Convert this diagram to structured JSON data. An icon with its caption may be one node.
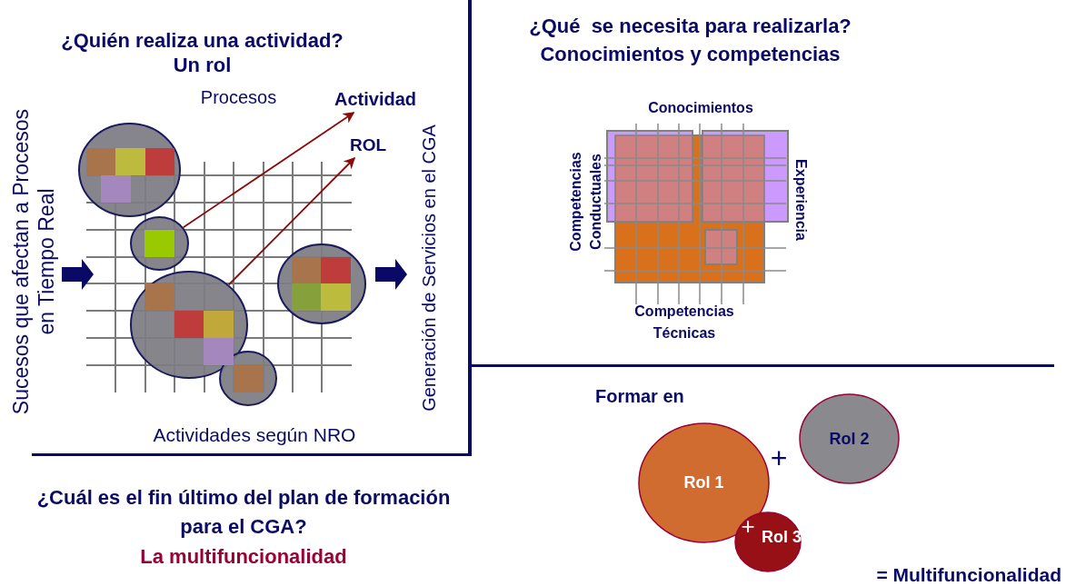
{
  "diagram": {
    "nodes": [
      {
        "text": [
          "Actividad"
        ]
      },
      {
        "text": [
          "ROL"
        ]
      },
      {
        "text": [],
        "shape": "circle"
      },
      {
        "text": [],
        "shape": "circle"
      },
      {
        "text": [],
        "shape": "circle"
      },
      {
        "text": [],
        "shape": "circle"
      },
      {
        "text": [],
        "shape": "circle"
      },
      {
        "text": [
          "Rol 1"
        ]
      },
      {
        "text": [
          "Rol 2"
        ]
      },
      {
        "text": [
          "Rol 3"
        ]
      }
    ],
    "edges": [
      {
        "from": 3,
        "to": 0,
        "arrow": "to"
      },
      {
        "from": 5,
        "to": 1,
        "arrow": "to"
      }
    ],
    "labels": [
      "¿Quién realiza una actividad?",
      "Un rol",
      "Procesos",
      "Sucesos que afectan a Procesos en Tiempo Real",
      "Actividades según NRO",
      "Generación de Servicios en el CGA",
      "¿Qué  se necesita para realizarla?",
      "Conocimientos y competencias",
      "Conocimientos",
      "Competencias Conductuales",
      "Experiencia",
      "Competencias Técnicas",
      "Formar en",
      "+",
      "+",
      "= Multifuncionalidad",
      "¿Cuál es el fin último del plan de formación para el CGA?",
      "La multifuncionalidad"
    ]
  }
}
